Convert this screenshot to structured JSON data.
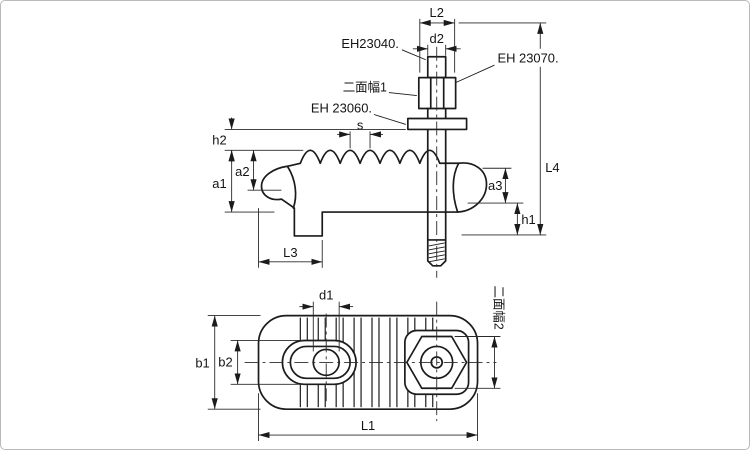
{
  "figure": {
    "type": "technical-drawing",
    "colors": {
      "background": "#ffffff",
      "line": "#1b1b1b",
      "frame_border": "#b9b9b9"
    },
    "side_view": {
      "callouts": {
        "stud": "EH23040.",
        "nut": "EH 23070.",
        "washer": "EH 23060.",
        "flats1": "二面幅1"
      },
      "dims": {
        "L2": "L2",
        "d2": "d2",
        "L4": "L4",
        "h2": "h2",
        "a1": "a1",
        "a2": "a2",
        "a3": "a3",
        "h1": "h1",
        "s": "s",
        "L3": "L3"
      }
    },
    "plan_view": {
      "callouts": {
        "flats2": "二面幅2"
      },
      "dims": {
        "d1": "d1",
        "b1": "b1",
        "b2": "b2",
        "L1": "L1"
      }
    }
  }
}
